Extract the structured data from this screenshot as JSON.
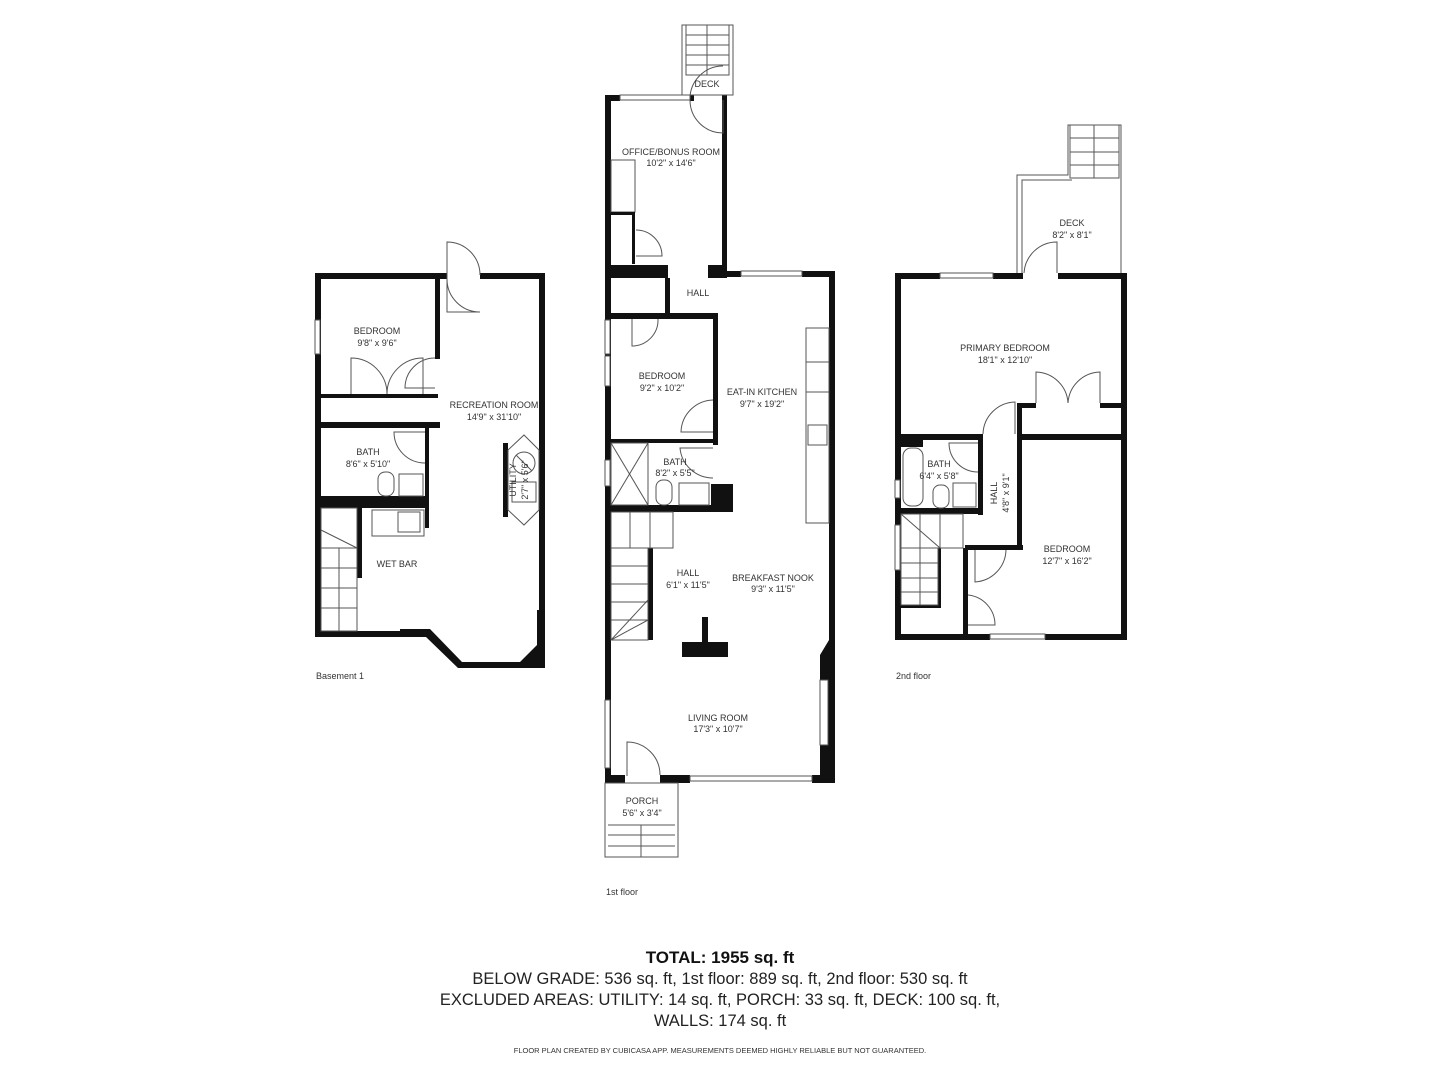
{
  "floors": {
    "basement": {
      "label": "Basement 1",
      "rooms": [
        {
          "name": "BEDROOM",
          "dims": "9'8\" x 9'6\""
        },
        {
          "name": "RECREATION ROOM",
          "dims": "14'9\" x 31'10\""
        },
        {
          "name": "BATH",
          "dims": "8'6\" x 5'10\""
        },
        {
          "name": "UTILITY",
          "dims": "2'7\" x 5'6\""
        },
        {
          "name": "WET BAR",
          "dims": ""
        }
      ]
    },
    "first": {
      "label": "1st floor",
      "rooms": [
        {
          "name": "DECK",
          "dims": ""
        },
        {
          "name": "OFFICE/BONUS ROOM",
          "dims": "10'2\" x 14'6\""
        },
        {
          "name": "HALL",
          "dims": ""
        },
        {
          "name": "BEDROOM",
          "dims": "9'2\" x 10'2\""
        },
        {
          "name": "EAT-IN KITCHEN",
          "dims": "9'7\" x 19'2\""
        },
        {
          "name": "BATH",
          "dims": "8'2\" x 5'5\""
        },
        {
          "name": "HALL",
          "dims": "6'1\" x 11'5\""
        },
        {
          "name": "BREAKFAST NOOK",
          "dims": "9'3\" x 11'5\""
        },
        {
          "name": "LIVING ROOM",
          "dims": "17'3\" x 10'7\""
        },
        {
          "name": "PORCH",
          "dims": "5'6\" x 3'4\""
        }
      ]
    },
    "second": {
      "label": "2nd floor",
      "rooms": [
        {
          "name": "DECK",
          "dims": "8'2\" x 8'1\""
        },
        {
          "name": "PRIMARY BEDROOM",
          "dims": "18'1\" x 12'10\""
        },
        {
          "name": "BATH",
          "dims": "6'4\" x 5'8\""
        },
        {
          "name": "HALL",
          "dims": "4'8\" x 9'1\""
        },
        {
          "name": "BEDROOM",
          "dims": "12'7\" x 16'2\""
        }
      ]
    }
  },
  "summary": {
    "total": "TOTAL: 1955 sq. ft",
    "line1": "BELOW GRADE: 536 sq. ft, 1st floor: 889 sq. ft, 2nd floor: 530 sq. ft",
    "line2": "EXCLUDED AREAS: UTILITY: 14 sq. ft, PORCH: 33 sq. ft, DECK: 100 sq. ft,",
    "line3": "WALLS: 174 sq. ft"
  },
  "disclaimer": "FLOOR PLAN CREATED BY CUBICASA APP. MEASUREMENTS DEEMED HIGHLY RELIABLE BUT NOT GUARANTEED.",
  "colors": {
    "wall": "#111111",
    "background": "#ffffff"
  }
}
